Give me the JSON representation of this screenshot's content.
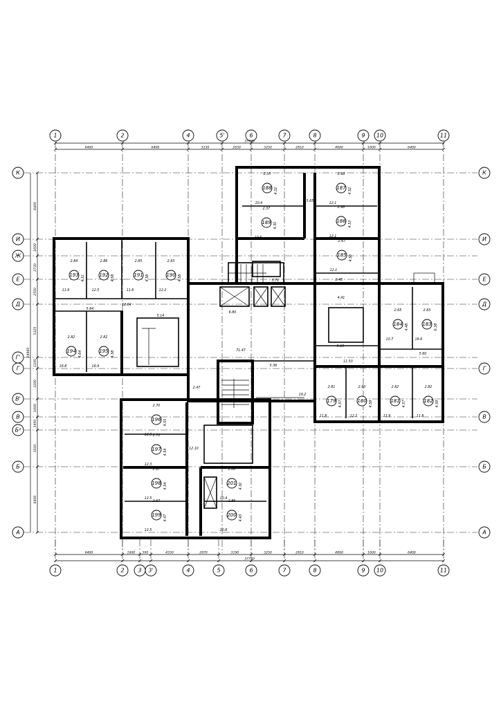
{
  "axes": {
    "top": [
      "1",
      "2",
      "4",
      "5'",
      "6",
      "7",
      "8",
      "9",
      "10",
      "11"
    ],
    "bottom": [
      "1",
      "2",
      "3",
      "3'",
      "4",
      "5",
      "6",
      "7",
      "8",
      "9",
      "10",
      "11"
    ],
    "left": [
      "К",
      "И",
      "Ж",
      "Е",
      "Д",
      "Г'",
      "Г",
      "В'",
      "В",
      "Б²",
      "Б",
      "А"
    ]
  },
  "dimensions": {
    "top_total": "37720",
    "top": [
      "6400",
      "6400",
      "3230",
      "2830",
      "3250",
      "2810",
      "4890",
      "1600",
      "6400"
    ],
    "bottom_total": "37720",
    "bottom": [
      "6400",
      "1600",
      "590",
      "4350",
      "2870",
      "3190",
      "3250",
      "2810",
      "4890",
      "1600",
      "6400"
    ],
    "left_total": "24960",
    "left": [
      "6400",
      "1600",
      "2730",
      "2550",
      "5325",
      "1195",
      "3200",
      "1600",
      "1950",
      "3030",
      "6400"
    ]
  },
  "rooms": [
    {
      "number": "193",
      "area": "11.9",
      "length": "4.51",
      "width": "2.84"
    },
    {
      "number": "192",
      "area": "12.5",
      "length": "4.58",
      "width": "2.86"
    },
    {
      "number": "191",
      "area": "11.6",
      "length": "4.58",
      "width": "2.85"
    },
    {
      "number": "190",
      "area": "12.2",
      "length": "4.58",
      "width": "2.93"
    },
    {
      "number": "194",
      "area": "16.8",
      "length": "4.64",
      "width": "2.82"
    },
    {
      "number": "195",
      "area": "16.9",
      "length": "4.58",
      "width": "2.82"
    },
    {
      "number": "188",
      "area": "10.4",
      "length": "4.32",
      "width": "2.35"
    },
    {
      "number": "189",
      "area": "10.6",
      "length": "4.30",
      "width": "2.37"
    },
    {
      "number": "187",
      "area": "12.1",
      "length": "4.52",
      "width": "2.98"
    },
    {
      "number": "186",
      "area": "12.1",
      "length": "4.53",
      "width": "2.98"
    },
    {
      "number": "185",
      "area": "12.1",
      "length": "4.50",
      "width": "2.67"
    },
    {
      "number": "184",
      "area": "10.7",
      "length": "4.48",
      "width": "2.65"
    },
    {
      "number": "183",
      "area": "16.6",
      "length": "6.38",
      "width": "2.83"
    },
    {
      "number": "179",
      "area": "11.8",
      "length": "4.57",
      "width": "2.81"
    },
    {
      "number": "180",
      "area": "12.2",
      "length": "4.58",
      "width": "2.90"
    },
    {
      "number": "181",
      "area": "11.9",
      "length": "4.57",
      "width": "2.82"
    },
    {
      "number": "182",
      "area": "11.8",
      "length": "4.59",
      "width": "2.82"
    },
    {
      "number": "196",
      "area": "12.3",
      "length": "4.55",
      "width": "2.70"
    },
    {
      "number": "197",
      "area": "12.3",
      "length": "4.54",
      "width": "2.70"
    },
    {
      "number": "198",
      "area": "12.5",
      "length": "4.54",
      "width": "2.67"
    },
    {
      "number": "199",
      "area": "12.5",
      "length": "4.47",
      "width": "2.67"
    },
    {
      "number": "201",
      "area": "10.4",
      "length": "4.30",
      "width": "2.86"
    },
    {
      "number": "200",
      "area": "10.8",
      "length": "4.43",
      "width": "2.86"
    }
  ],
  "misc_labels": {
    "hall_area": "71.47",
    "corridor_left": "12.04",
    "corridor_right": "11.53",
    "corridor_bottom": "12.10",
    "lobby_width": "6.80",
    "stair_top_area": "5.71",
    "corridor_center": "5.36",
    "room_right_small": "4.41",
    "room_right_small_2": "2.45",
    "wc_area": "5.14",
    "lobby_right": "5.15",
    "corridor_length": "5.64",
    "corridor_length_2": "5.60",
    "room_small": "2.47",
    "window_area": "19.2",
    "top_corridor": "5.65"
  }
}
